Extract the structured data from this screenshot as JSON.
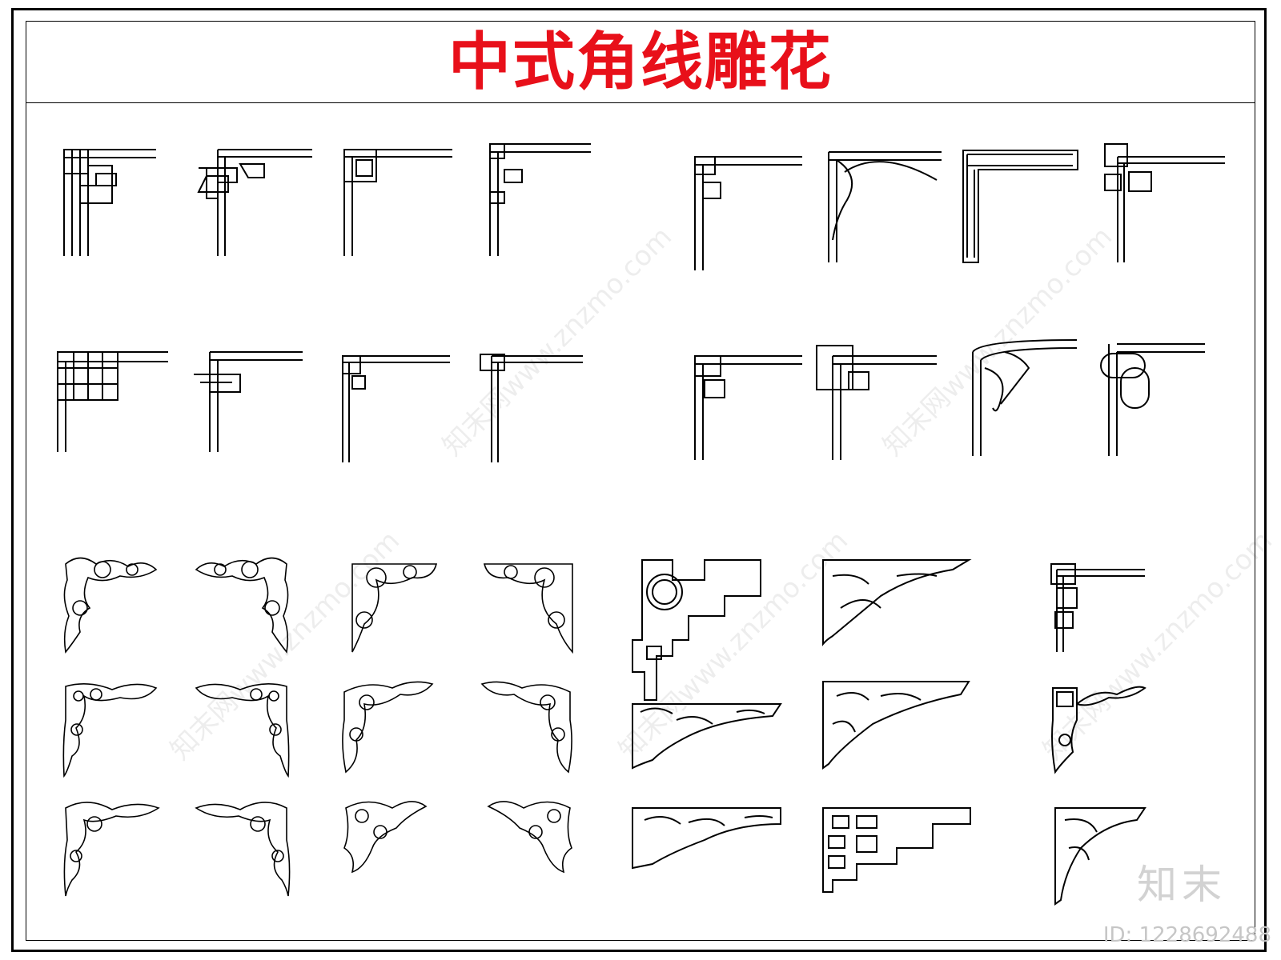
{
  "title": {
    "text": "中式角线雕花",
    "color": "#e8101a"
  },
  "watermark": {
    "logo_text": "知末",
    "id_text": "ID: 1228692488",
    "diagonal_text": "知末网www.znzmo.com"
  },
  "sections": {
    "row1": {
      "count": 8
    },
    "row2": {
      "count": 8
    },
    "carved_grid": {
      "rows": 3,
      "cols": 4
    },
    "brackets": {
      "count": 8
    }
  }
}
